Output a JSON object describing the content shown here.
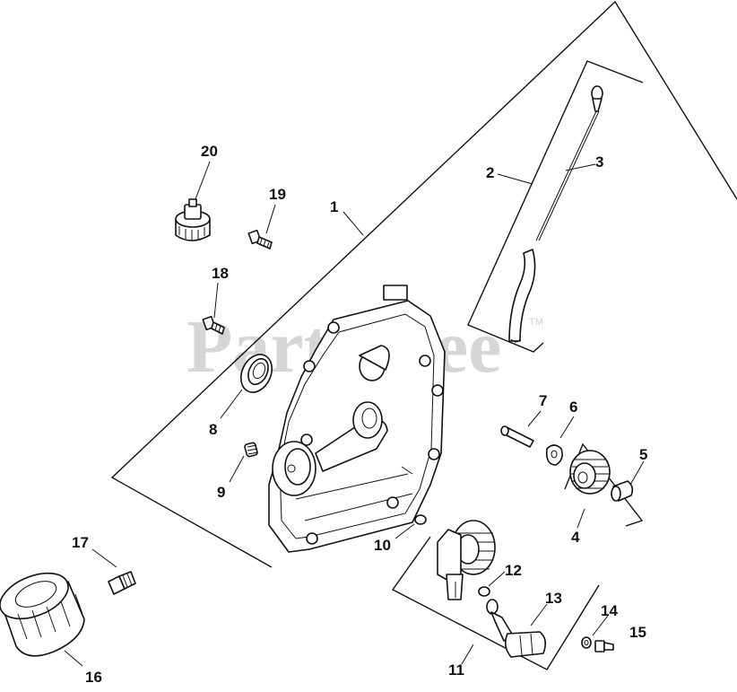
{
  "watermark": {
    "text": "PartsTree",
    "tm": "TM"
  },
  "callouts": {
    "p1": "1",
    "p2": "2",
    "p3": "3",
    "p4": "4",
    "p5": "5",
    "p6": "6",
    "p7": "7",
    "p8": "8",
    "p9": "9",
    "p10": "10",
    "p11": "11",
    "p12": "12",
    "p13": "13",
    "p14": "14",
    "p15": "15",
    "p16": "16",
    "p17": "17",
    "p18": "18",
    "p19": "19",
    "p20": "20"
  }
}
